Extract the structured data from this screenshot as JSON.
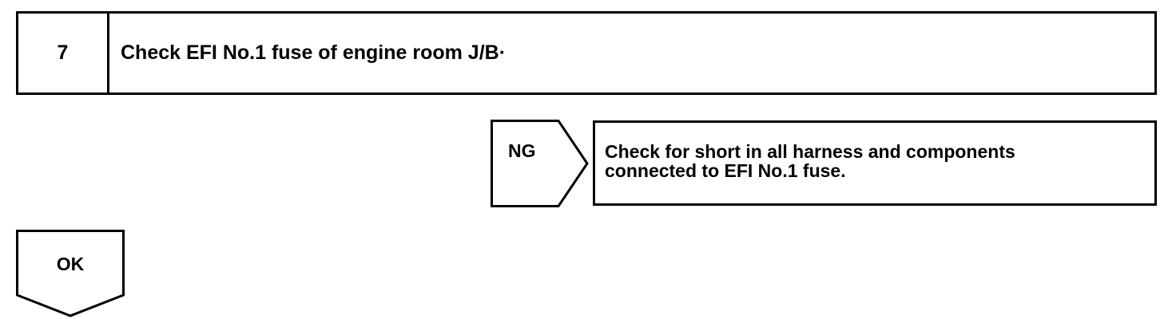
{
  "step": {
    "number": "7",
    "title": "Check EFI No.1 fuse of engine room J/B·"
  },
  "ng_branch": {
    "label": "NG",
    "action_lines": [
      "Check for short in all harness and components",
      "connected to EFI No.1 fuse."
    ]
  },
  "ok_branch": {
    "label": "OK"
  }
}
